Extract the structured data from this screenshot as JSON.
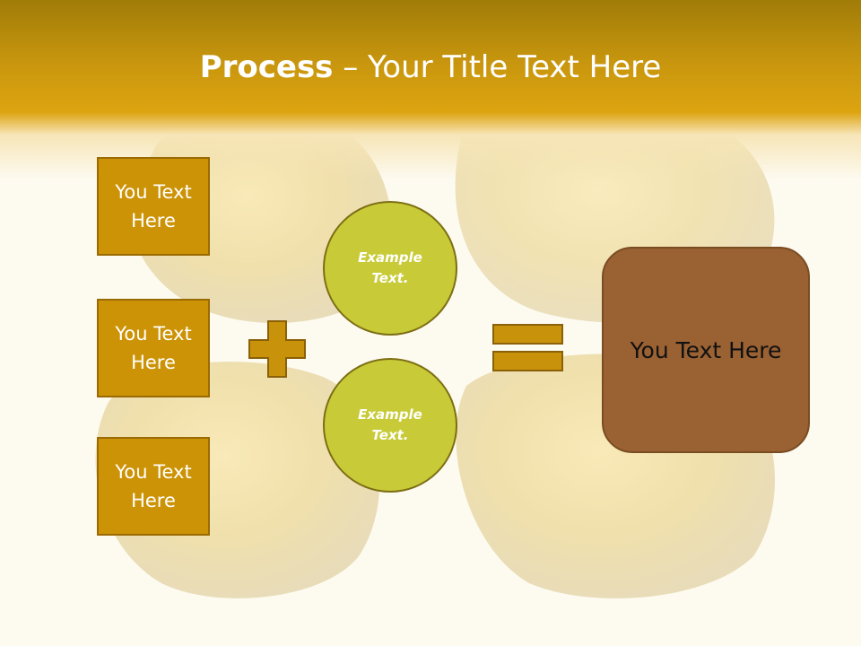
{
  "slide": {
    "title_bold": "Process",
    "title_rest": " – Your Title Text Here",
    "left_boxes": [
      "You Text Here",
      "You Text Here",
      "You Text Here"
    ],
    "circles": [
      "Example Text.",
      "Example Text."
    ],
    "result": "You Text Here"
  },
  "icons": {
    "plus": "plus-icon",
    "equals": "equals-icon"
  },
  "colors": {
    "header": "#d9a10f",
    "box_fill": "#cc9306",
    "circle_fill": "#c8cb37",
    "result_fill": "#9a6133",
    "operator_fill": "#c8930b",
    "background": "#fdfaf0"
  }
}
